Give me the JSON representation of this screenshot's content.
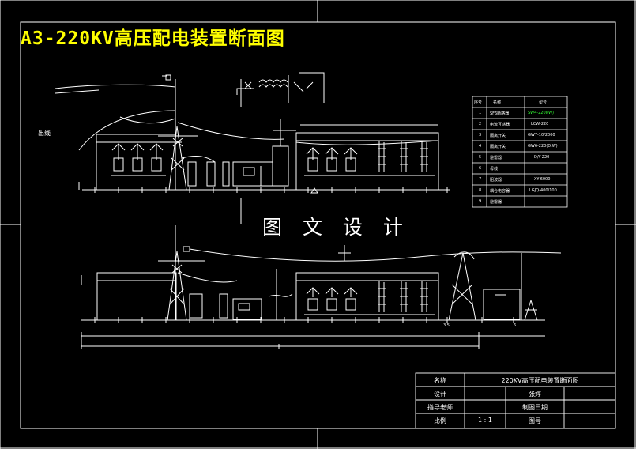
{
  "title": "A3-220KV高压配电装置断面图",
  "watermark": "图 文 设 计",
  "label_left": "出线",
  "equipment_table": {
    "headers": [
      "序号",
      "名称",
      "型号"
    ],
    "rows": [
      {
        "no": "1",
        "name": "SF6断路器",
        "model": "SW4-220I(W)"
      },
      {
        "no": "2",
        "name": "电流互感器",
        "model": "LCW-220"
      },
      {
        "no": "3",
        "name": "隔离开关",
        "model": "GW7-10/2000"
      },
      {
        "no": "4",
        "name": "隔离开关",
        "model": "GW6-220(D.W)"
      },
      {
        "no": "5",
        "name": "避雷器",
        "model": "D/Y-220"
      },
      {
        "no": "6",
        "name": "母线",
        "model": ""
      },
      {
        "no": "7",
        "name": "阻波器",
        "model": "XY-6000"
      },
      {
        "no": "8",
        "name": "耦合电容器",
        "model": "LGJQ-400/100"
      },
      {
        "no": "9",
        "name": "避雷器",
        "model": ""
      }
    ]
  },
  "title_block": {
    "name_label": "名称",
    "name_value": "220KV高压配电装置断面图",
    "design_label": "设计",
    "design_value": "张婷",
    "advisor_label": "指导老师",
    "date_label": "制图日期",
    "scale_label": "比例",
    "scale_value": "1 : 1",
    "drawing_no_label": "图号"
  },
  "dimension_marks": [
    "3.5",
    "6"
  ]
}
